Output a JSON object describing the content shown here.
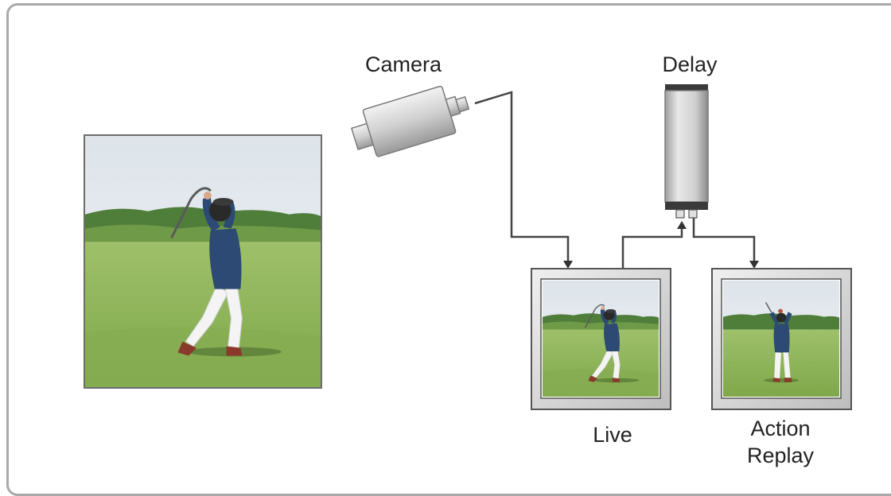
{
  "labels": {
    "camera": "Camera",
    "delay": "Delay",
    "live": "Live",
    "action_replay_line1": "Action",
    "action_replay_line2": "Replay"
  },
  "colors": {
    "frame_border": "#a9a9a9",
    "wire": "#444444",
    "device_metal": "#d4d4d4",
    "device_dark": "#3a3a3a",
    "monitor_bezel": "#e0e0e0",
    "sky": "#e6ebef",
    "grass": "#8fb55a",
    "hills": "#4f7d3a",
    "shirt": "#2c4a73",
    "trousers": "#f4f4f4"
  },
  "icons": {
    "camera": "video-camera-icon",
    "delay": "delay-unit-icon",
    "golfer_photo": "golfer-swing-photo",
    "live_monitor": "monitor-icon",
    "replay_monitor": "monitor-icon"
  }
}
